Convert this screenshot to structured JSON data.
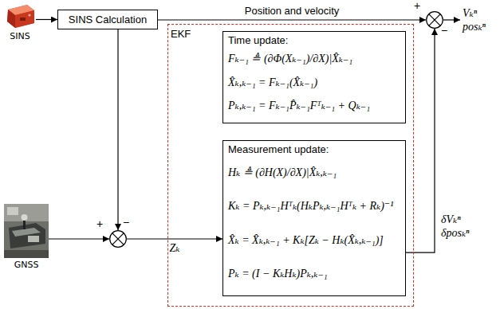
{
  "diagram": {
    "nodes": [
      {
        "text": [
          "SINS"
        ]
      },
      {
        "text": [
          "SINS Calculation"
        ]
      },
      {
        "text": [
          "+",
          "−"
        ]
      },
      {
        "text": [
          "EKF"
        ]
      },
      {
        "text": [
          "Time update:",
          "Fₖ₋₁ ≜ (∂Φ(Xₖ₋₁)/∂X)|X̂ₖ₋₁",
          "X̂ₖ,ₖ₋₁ = Fₖ₋₁(X̂ₖ₋₁)",
          "Pₖ,ₖ₋₁ = Fₖ₋₁P̂ₖ₋₁Fᵀₖ₋₁ + Qₖ₋₁"
        ],
        "in": 3
      },
      {
        "text": [
          "Measurement update:",
          "Hₖ ≜ (∂H(X)/∂X)|X̂ₖ,ₖ₋₁",
          "Kₖ = Pₖ,ₖ₋₁Hᵀₖ(HₖPₖ,ₖ₋₁Hᵀₖ + Rₖ)⁻¹",
          "X̂ₖ = X̂ₖ,ₖ₋₁ + Kₖ[Zₖ − Hₖ(X̂ₖ,ₖ₋₁)]",
          "Pₖ = (I − KₖHₖ)Pₖ,ₖ₋₁"
        ],
        "in": 3
      },
      {
        "text": [
          "GNSS"
        ]
      },
      {
        "text": [
          "+",
          "−"
        ]
      }
    ],
    "edges": [
      {
        "from": 0,
        "to": 1,
        "arrow": "to"
      },
      {
        "from": 1,
        "to": 2,
        "label": "Position and velocity",
        "arrow": "to"
      },
      {
        "from": 1,
        "to": 7,
        "arrow": "to"
      },
      {
        "from": 6,
        "to": 7,
        "arrow": "to"
      },
      {
        "from": 7,
        "to": 5,
        "label": "Zₖ",
        "arrow": "to"
      },
      {
        "from": 5,
        "to": 2,
        "label": "δVₖⁿ δposₖⁿ",
        "arrow": "to"
      }
    ],
    "labels": [
      "Vₖⁿ posₖⁿ"
    ]
  }
}
